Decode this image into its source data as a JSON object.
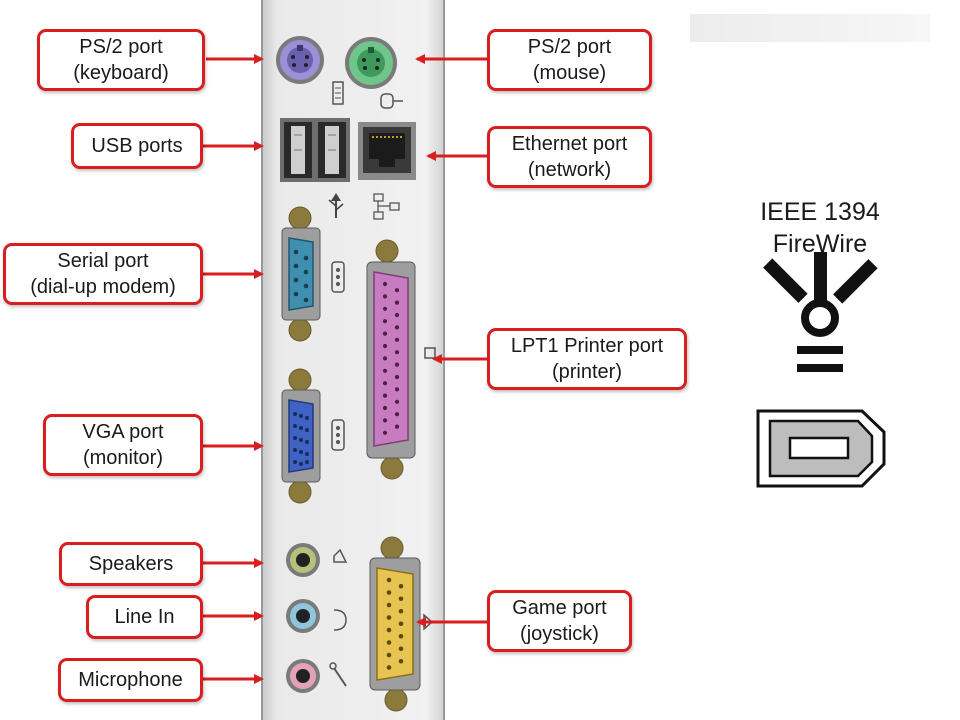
{
  "labels": {
    "ps2_keyboard": [
      "PS/2 port",
      "(keyboard)"
    ],
    "ps2_mouse": [
      "PS/2 port",
      "(mouse)"
    ],
    "usb": [
      "USB ports"
    ],
    "ethernet": [
      "Ethernet port",
      "(network)"
    ],
    "serial": [
      "Serial port",
      "(dial-up modem)"
    ],
    "lpt1": [
      "LPT1 Printer port",
      "(printer)"
    ],
    "vga": [
      "VGA port",
      "(monitor)"
    ],
    "speakers": [
      "Speakers"
    ],
    "line_in": [
      "Line In"
    ],
    "game": [
      "Game port",
      "(joystick)"
    ],
    "microphone": [
      "Microphone"
    ]
  },
  "firewire": {
    "title_line1": "IEEE 1394",
    "title_line2": "FireWire"
  },
  "colors": {
    "label_border": "#d81e1e",
    "arrow": "#d81e1e",
    "keyboard_port": "#9b8fd6",
    "mouse_port": "#6fc58a",
    "serial_port": "#3f8fb0",
    "vga_port": "#3f63c4",
    "lpt_port": "#c77cc0",
    "game_port": "#e6c44f",
    "speakers_jack": "#b9c07a",
    "line_in_jack": "#8ec6dc",
    "mic_jack": "#e3a2b8"
  },
  "icons": [
    "keyboard-icon",
    "mouse-icon",
    "usb-icon",
    "network-icon",
    "serial-icon",
    "vga-icon",
    "printer-icon",
    "speaker-icon",
    "line-in-icon",
    "microphone-icon",
    "joystick-icon",
    "firewire-logo",
    "firewire-connector"
  ]
}
